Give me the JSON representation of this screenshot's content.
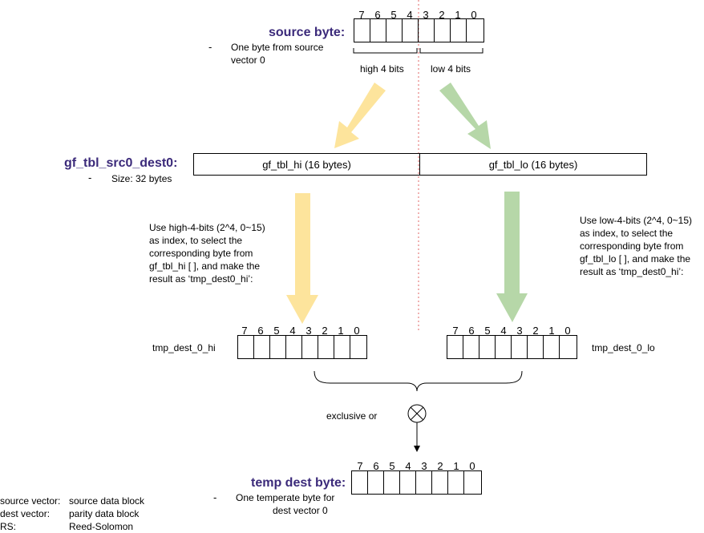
{
  "source": {
    "title": "source byte:",
    "desc_line1": "One byte from source",
    "desc_line2": "vector 0",
    "dash": "-",
    "bit_labels": [
      "7",
      "6",
      "5",
      "4",
      "3",
      "2",
      "1",
      "0"
    ],
    "high_label": "high 4 bits",
    "low_label": "low 4 bits"
  },
  "table": {
    "title": "gf_tbl_src0_dest0:",
    "size_text": "Size: 32 bytes",
    "dash": "-",
    "hi_label": "gf_tbl_hi (16 bytes)",
    "lo_label": "gf_tbl_lo (16 bytes)"
  },
  "notes": {
    "hi_lines": [
      "Use high-4-bits (2^4, 0~15)",
      "as index, to select the",
      "corresponding byte from",
      "gf_tbl_hi [ ], and make the",
      "result as ‘tmp_dest0_hi’:"
    ],
    "lo_lines": [
      "Use low-4-bits (2^4, 0~15)",
      "as index, to select the",
      "corresponding byte from",
      "gf_tbl_lo [ ], and make the",
      "result as ‘tmp_dest0_hi’:"
    ]
  },
  "tmp_hi": {
    "label": "tmp_dest_0_hi",
    "bit_labels": [
      "7",
      "6",
      "5",
      "4",
      "3",
      "2",
      "1",
      "0"
    ]
  },
  "tmp_lo": {
    "label": "tmp_dest_0_lo",
    "bit_labels": [
      "7",
      "6",
      "5",
      "4",
      "3",
      "2",
      "1",
      "0"
    ]
  },
  "xor_label": "exclusive or",
  "dest": {
    "title": "temp dest byte:",
    "dash": "-",
    "desc_line1": "One temperate byte for",
    "desc_line2": "dest vector 0",
    "bit_labels": [
      "7",
      "6",
      "5",
      "4",
      "3",
      "2",
      "1",
      "0"
    ]
  },
  "legend": [
    {
      "term": "source vector:",
      "def": "source data block"
    },
    {
      "term": "dest vector:",
      "def": "parity data block"
    },
    {
      "term": "RS:",
      "def": "Reed-Solomon"
    }
  ],
  "colors": {
    "title": "#3b2a7a",
    "yellow_arrow": "#fde49c",
    "green_arrow": "#b6d7a8",
    "divider": "#e06666"
  }
}
